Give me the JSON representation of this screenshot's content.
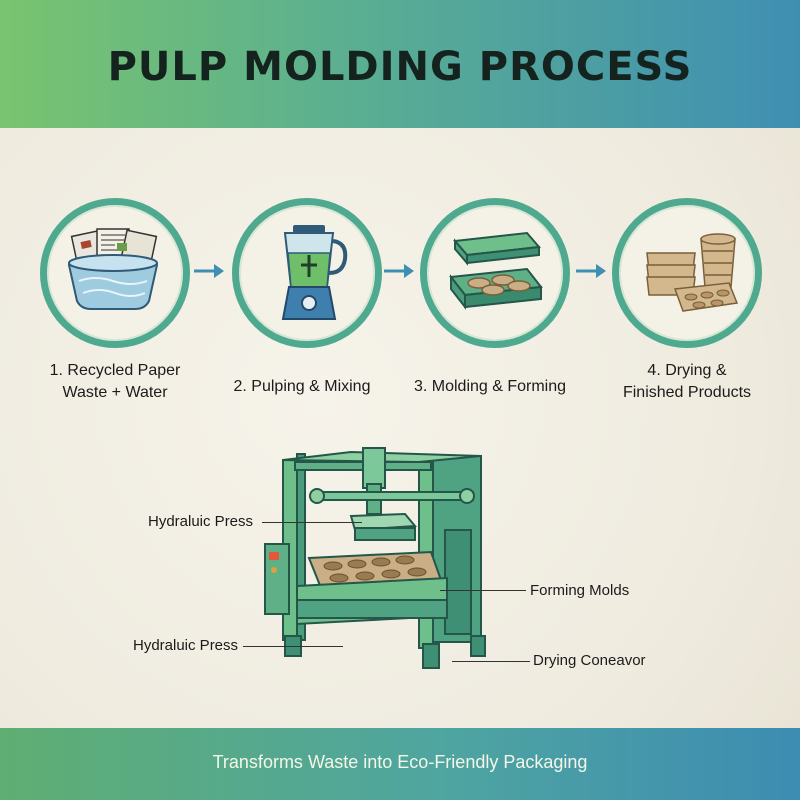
{
  "title": "PULP MOLDING PROCESS",
  "steps": [
    {
      "line1": "1. Recycled Paper",
      "line2": "Waste + Water",
      "icon": "paper-basin-icon"
    },
    {
      "line1": "2. Pulping & Mixing",
      "line2": "",
      "icon": "blender-icon"
    },
    {
      "line1": "3. Molding & Forming",
      "line2": "",
      "icon": "mold-icon"
    },
    {
      "line1": "4. Drying &",
      "line2": "Finished Products",
      "icon": "trays-icon"
    }
  ],
  "machine": {
    "callouts": {
      "press_top": "Hydraluic Press",
      "forming_molds": "Forming Molds",
      "press_bottom": "Hydraluic Press",
      "drying_conveyor": "Drying Coneavor"
    }
  },
  "footer": "Transforms Waste into Eco-Friendly Packaging",
  "colors": {
    "green": "#79c46f",
    "teal": "#4fa98f",
    "blue": "#3f8fb3",
    "pulp": "#c9ae86"
  }
}
